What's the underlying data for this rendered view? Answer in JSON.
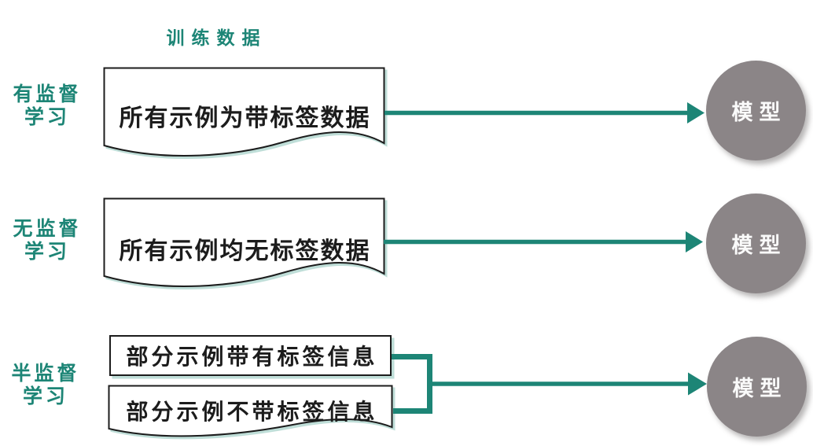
{
  "title": "训练数据",
  "colors": {
    "teal": "#1d8576",
    "gray": "#8b8587",
    "ink": "#1c1c1c",
    "shadow_teal": "rgba(148,200,190,0.6)"
  },
  "rows": [
    {
      "label_line1": "有监督",
      "label_line2": "学习",
      "boxes": [
        {
          "text": "所有示例为带标签数据",
          "shape": "document"
        }
      ],
      "model_label": "模型"
    },
    {
      "label_line1": "无监督",
      "label_line2": "学习",
      "boxes": [
        {
          "text": "所有示例均无标签数据",
          "shape": "document"
        }
      ],
      "model_label": "模型"
    },
    {
      "label_line1": "半监督",
      "label_line2": "学习",
      "boxes": [
        {
          "text": "部分示例带有标签信息",
          "shape": "rectangle"
        },
        {
          "text": "部分示例不带标签信息",
          "shape": "document"
        }
      ],
      "model_label": "模型"
    }
  ]
}
